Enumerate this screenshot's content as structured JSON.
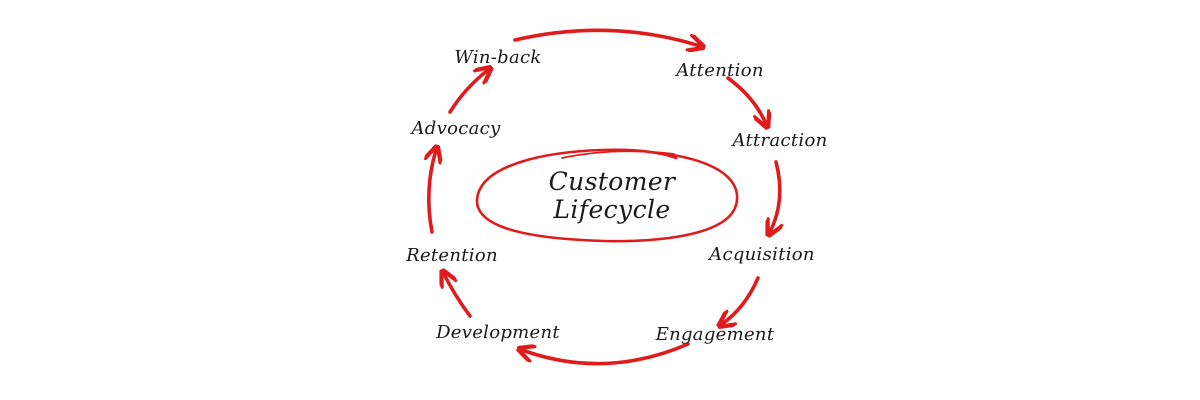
{
  "diagram": {
    "center": {
      "line1": "Customer",
      "line2": "Lifecycle"
    },
    "stages": [
      "Attention",
      "Attraction",
      "Acquisition",
      "Engagement",
      "Development",
      "Retention",
      "Advocacy",
      "Win-back"
    ]
  },
  "colors": {
    "arrow": "#e01b1b",
    "text": "#1a1a1a",
    "background": "#ffffff"
  }
}
